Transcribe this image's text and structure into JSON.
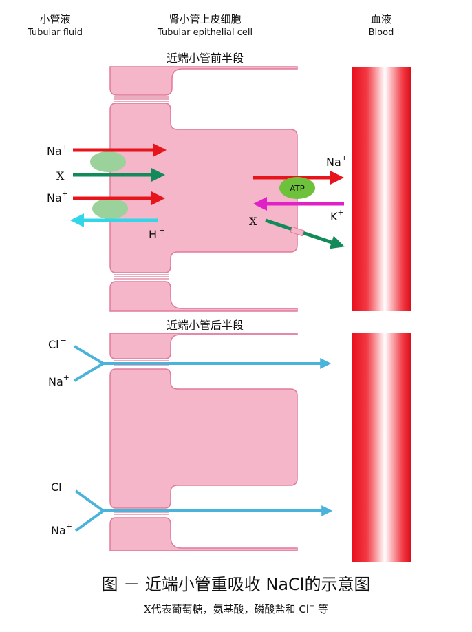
{
  "headers": {
    "left": {
      "zh": "小管液",
      "en": "Tubular fluid"
    },
    "middle": {
      "zh": "肾小管上皮细胞",
      "en": "Tubular epithelial cell"
    },
    "right": {
      "zh": "血液",
      "en": "Blood"
    }
  },
  "sections": {
    "front": "近端小管前半段",
    "rear": "近端小管后半段"
  },
  "front_labels": {
    "na_top": "Na",
    "na_top_sup": "+",
    "x_left": "X",
    "na_mid": "Na",
    "na_mid_sup": "+",
    "h": "H",
    "h_sup": "+",
    "na_right": "Na",
    "na_right_sup": "+",
    "atp": "ATP",
    "k": "K",
    "k_sup": "+",
    "x_right": "X"
  },
  "rear_labels": {
    "cl_top": "Cl",
    "cl_top_sup": "−",
    "na_top": "Na",
    "na_top_sup": "+",
    "cl_bottom": "Cl",
    "cl_bottom_sup": "−",
    "na_bottom": "Na",
    "na_bottom_sup": "+"
  },
  "caption": {
    "title": "图 － 近端小管重吸收 NaCl的示意图",
    "note_x": "X",
    "note_a": "代表葡萄糖，氨基酸，磷酸盐和 Cl",
    "note_sup": "−",
    "note_b": " 等"
  },
  "colors": {
    "cell_fill": "#f4b6c8",
    "cell_stroke": "#e07a9a",
    "na_arrow": "#e8141c",
    "x_arrow": "#138a5a",
    "h_arrow": "#33d6e8",
    "k_arrow": "#e021c8",
    "cl_arrow": "#4ab3dc",
    "carrier": "#9bd19a",
    "atp": "#6ec13a"
  }
}
